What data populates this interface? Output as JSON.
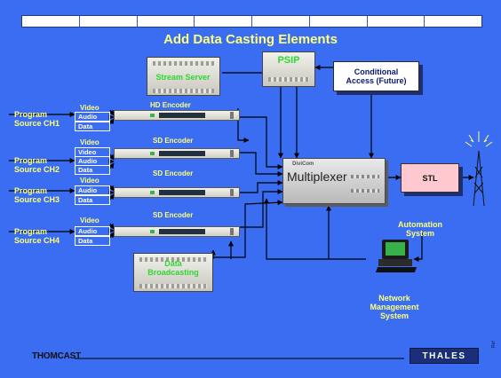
{
  "slide": {
    "title": "Add Data Casting  Elements",
    "top_bar_cells": 8,
    "colors": {
      "background": "#3a6df2",
      "label_yellow": "#ffff7a",
      "label_green": "#2fd72f",
      "stl_fill": "#ffc9cf",
      "brand_bar": "#1a2f77"
    }
  },
  "sources": [
    {
      "label": "Program\nSource CH1",
      "encoder": "HD Encoder"
    },
    {
      "label": "Program\nSource CH2",
      "encoder": "SD Encoder"
    },
    {
      "label": "Program\nSource CH3",
      "encoder": "SD Encoder"
    },
    {
      "label": "Program\nSource CH4",
      "encoder": "SD Encoder"
    }
  ],
  "ports": {
    "video": "Video",
    "audio": "Audio",
    "data": "Data"
  },
  "nodes": {
    "stream_server": "Stream Server",
    "psip": "PSIP",
    "conditional_access": "Conditional\nAccess (Future)",
    "multiplexer": "Multiplexer",
    "multiplexer_brand": "DiviCom",
    "stl": "STL",
    "data_broadcasting": "Data\nBroadcasting",
    "automation": "Automation\nSystem",
    "network_mgmt": "Network\nManagement\nSystem"
  },
  "footer": {
    "left_brand": "THOMCAST",
    "right_brand": "THALES",
    "ref_mark": "Ref"
  },
  "icons": {
    "tower": "broadcast-tower-icon",
    "computer": "computer-icon"
  }
}
